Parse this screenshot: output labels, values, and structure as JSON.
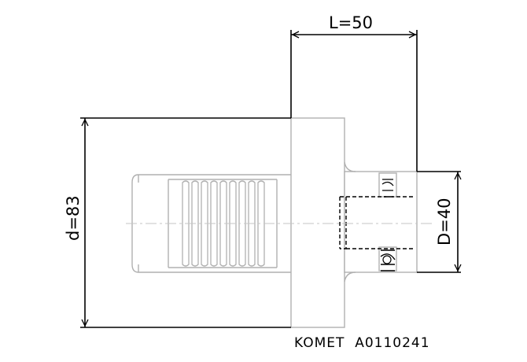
{
  "dimensions": {
    "length": "L=50",
    "outer_diameter": "d=83",
    "shank_diameter": "D=40"
  },
  "part_number": "KOMET  A0110241"
}
